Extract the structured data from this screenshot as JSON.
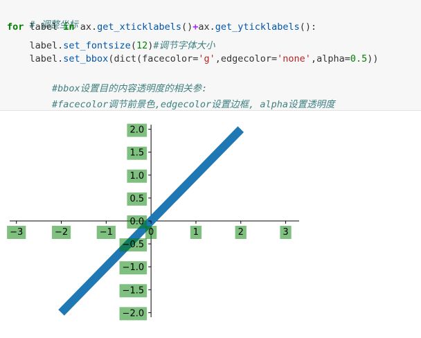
{
  "code": {
    "line1": "# 调整坐标",
    "line2_for": "for",
    "line2_label": " label ",
    "line2_in": "in",
    "line2_ax1": " ax.",
    "line2_xfn": "get_xticklabels",
    "line2_paren1": "()",
    "line2_plus": "+",
    "line2_ax2": "ax.",
    "line2_yfn": "get_yticklabels",
    "line2_paren2": "():",
    "line3_pre": "    label.",
    "line3_fn": "set_fontsize",
    "line3_open": "(",
    "line3_num": "12",
    "line3_close": ")",
    "line3_comment": "#调节字体大小",
    "line4_pre": "    label.",
    "line4_fn": "set_bbox",
    "line4_open": "(dict(facecolor=",
    "line4_fc": "'g'",
    "line4_mid": ",edgecolor=",
    "line4_ec": "'none'",
    "line4_mid2": ",alpha=",
    "line4_alpha": "0.5",
    "line4_close": "))",
    "line5_comment": "    #bbox设置目的内容透明度的相关参:",
    "line6_comment": "    #facecolor调节前景色,edgecolor设置边框, alpha设置透明度"
  },
  "colors": {
    "line": "#1f77b4",
    "label_bbox": "#008000",
    "label_bbox_alpha": 0.5
  },
  "chart_data": {
    "type": "line",
    "x": [
      -2,
      2
    ],
    "y": [
      -2,
      2
    ],
    "xlim": [
      -3.15,
      3.3
    ],
    "ylim": [
      -2.1,
      2.1
    ],
    "xticks": [
      -3,
      -2,
      -1,
      0,
      1,
      2,
      3
    ],
    "yticks": [
      -2.0,
      -1.5,
      -1.0,
      -0.5,
      0.0,
      0.5,
      1.0,
      1.5,
      2.0
    ],
    "xticklabels": [
      "−3",
      "−2",
      "−1",
      "0",
      "1",
      "2",
      "3"
    ],
    "yticklabels": [
      "−2.0",
      "−1.5",
      "−1.0",
      "−0.5",
      "0.0",
      "0.5",
      "1.0",
      "1.5",
      "2.0"
    ],
    "spines": "centered",
    "grid": false
  }
}
